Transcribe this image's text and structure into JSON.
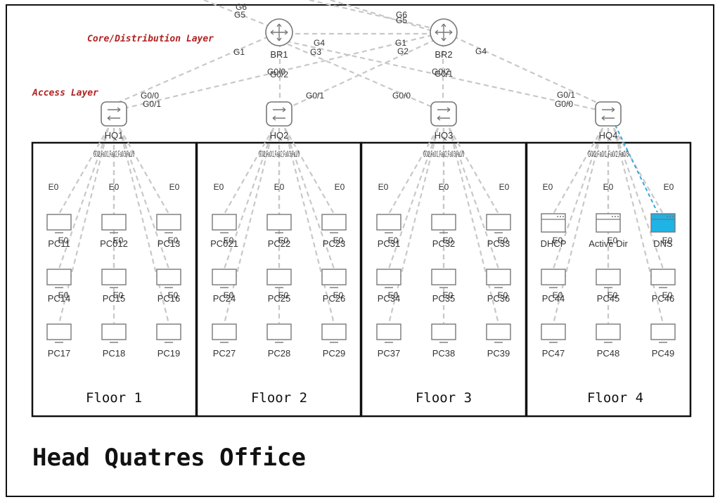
{
  "layers": {
    "core": "Core/Distribution Layer",
    "access": "Access Layer"
  },
  "office_title": "Head Quatres Office",
  "routers": [
    {
      "id": "BR1",
      "label": "BR1"
    },
    {
      "id": "BR2",
      "label": "BR2"
    }
  ],
  "switches": [
    {
      "id": "HQ1",
      "label": "HQ1"
    },
    {
      "id": "HQ2",
      "label": "HQ2"
    },
    {
      "id": "HQ3",
      "label": "HQ3"
    },
    {
      "id": "HQ4",
      "label": "HQ4"
    }
  ],
  "floors": [
    {
      "label": "Floor 1",
      "devices": [
        "PC11",
        "PC012",
        "PC13",
        "PC14",
        "PC15",
        "PC16",
        "PC17",
        "PC18",
        "PC19"
      ]
    },
    {
      "label": "Floor 2",
      "devices": [
        "PC021",
        "PC22",
        "PC23",
        "PC24",
        "PC25",
        "PC26",
        "PC27",
        "PC28",
        "PC29"
      ]
    },
    {
      "label": "Floor 3",
      "devices": [
        "PC31",
        "PC32",
        "PC33",
        "PC34",
        "PC35",
        "PC36",
        "PC37",
        "PC38",
        "PC39"
      ]
    },
    {
      "label": "Floor 4",
      "devices": [
        "DHCP",
        "Active Dir",
        "DNS",
        "PC44",
        "PC45",
        "PC46",
        "PC47",
        "PC48",
        "PC49"
      ]
    }
  ],
  "port_labels": {
    "top": [
      "G6",
      "G5",
      "G6",
      "G5"
    ],
    "br1": [
      "G1",
      "G4",
      "G3",
      "G0/0",
      "G0/2"
    ],
    "br2": [
      "G1",
      "G2",
      "G4",
      "G0/2",
      "G0/1"
    ],
    "hq_up": [
      "G0/0",
      "G0/1",
      "G0/1",
      "G0/0",
      "G0/1",
      "G0/0"
    ],
    "switch_down": [
      "G0/2,Fa0/1,Fa0/2,Fa0/3,Fa1/0",
      "G0/2,Fa0/1,Fa0/2,Fa0/3,Fa1/0",
      "G0/2,Fa0/1,Fa0/2,Fa0/3,Fa1/0",
      "G0/2,Fa0/1,Fa0/2,Fa0/3"
    ],
    "e0": "E0"
  }
}
